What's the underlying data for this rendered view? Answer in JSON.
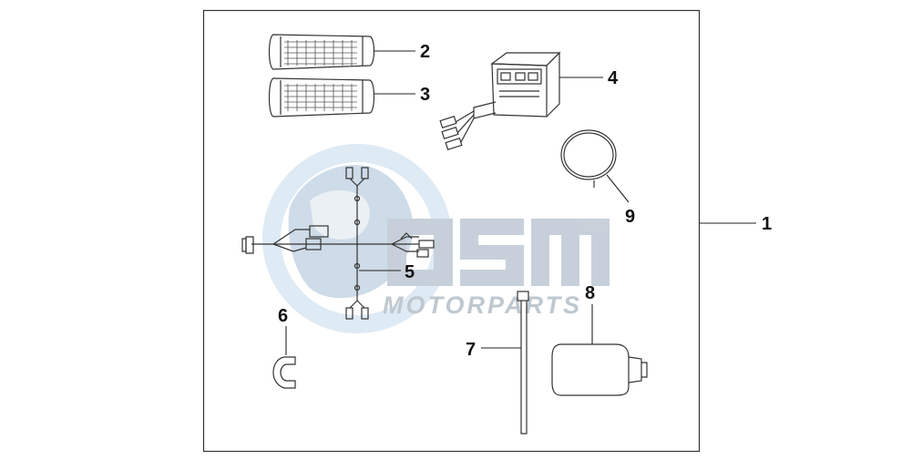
{
  "callouts": {
    "n1": "1",
    "n2": "2",
    "n3": "3",
    "n4": "4",
    "n5": "5",
    "n6": "6",
    "n7": "7",
    "n8": "8",
    "n9": "9"
  },
  "watermark": {
    "logo": "OSM",
    "tagline": "MOTORPARTS"
  },
  "colors": {
    "outline": "#333333",
    "watermark_light": "#d5dbe1",
    "watermark_dark": "#c2ccd6",
    "watermark_blue": "#dbe8f3"
  }
}
